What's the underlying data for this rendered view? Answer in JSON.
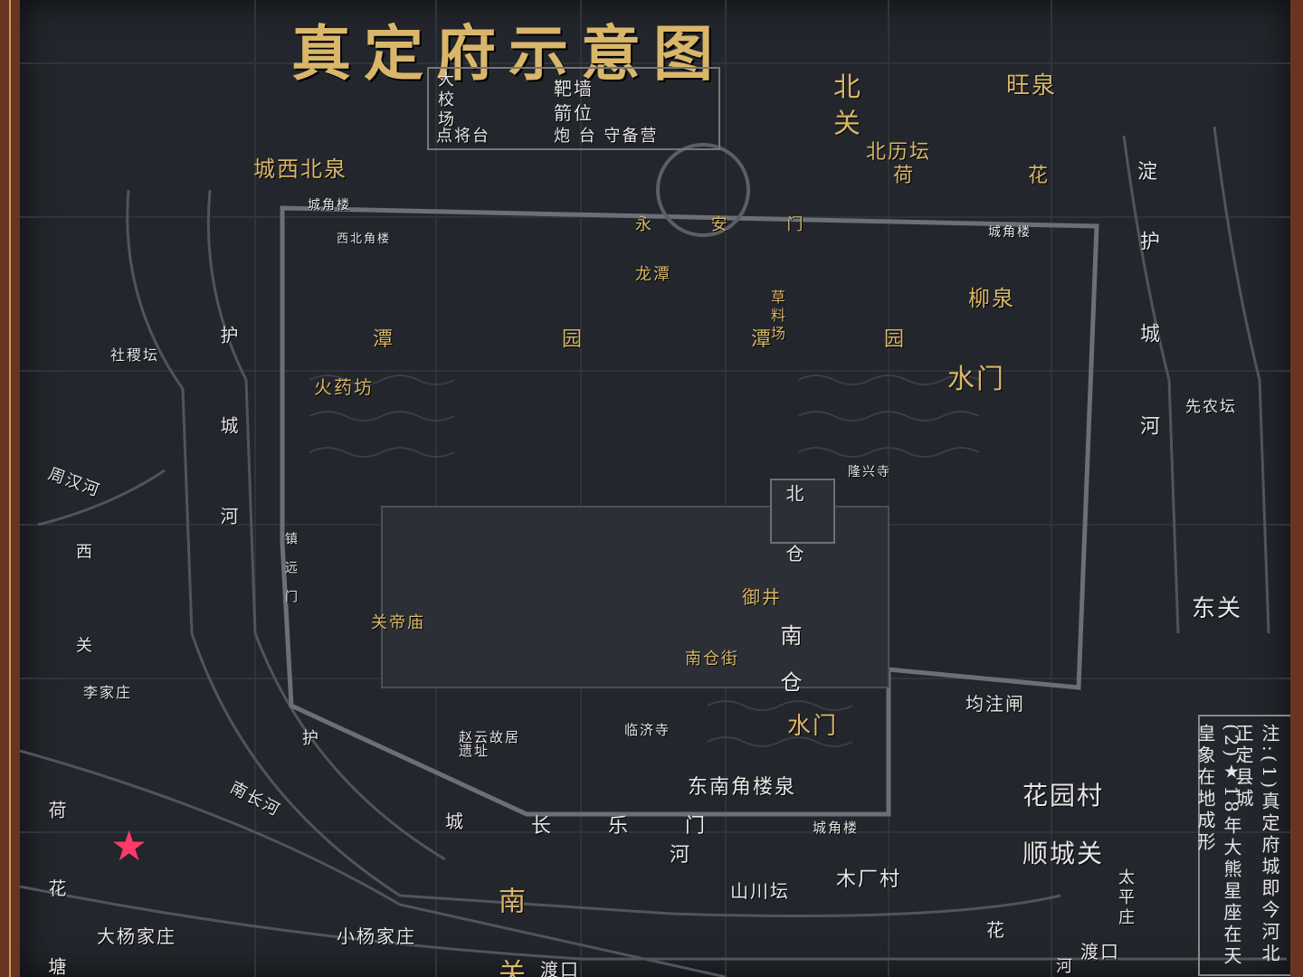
{
  "title": "真定府示意图",
  "legend_box": {
    "col1": [
      "大",
      "校",
      "场"
    ],
    "col1_bottom": "点将台",
    "col2a": "靶墙",
    "col2b": "箭位",
    "col2c": "炮 台 守备营"
  },
  "labels": {
    "bei_guan": "北关",
    "wang_quan": "旺泉",
    "cheng_xi_bei_quan": "城西北泉",
    "bei_li_tan": "北历坛",
    "he_hua": "荷 花",
    "cheng_jiao_lou_nw": "城角楼",
    "yong_an_men": "永 安 门",
    "cheng_jiao_lou_ne": "城角楼",
    "xi_bei_jiao_lou": "西北角楼",
    "long_tan": "龙潭",
    "liu_quan": "柳泉",
    "cao_liao_chang": "草料场",
    "she_ji_tan": "社稷坛",
    "tan_yuan_tan": "潭 园 潭",
    "yuan": "园",
    "shui_men_n": "水门",
    "huo_yao_fang": "火药坊",
    "xian_nong_tan": "先农坛",
    "zhou_han_he": "周汉河",
    "bei_cang": "北 仓",
    "long_xing_si": "隆兴寺",
    "xi_guan": "西 关",
    "dong_guan": "东关",
    "guan_di_miao": "关帝庙",
    "yu_jing": "御井",
    "nan_cang_jie": "南仓街",
    "nan_cang": "南 仓",
    "li_jia_zhuang": "李家庄",
    "jun_zhu_zha": "均注闸",
    "shui_men_s": "水门",
    "zhao_yun": "赵云故居遗址",
    "lin_ji_si": "临济寺",
    "dong_nan_jiao_lou_quan": "东南角楼泉",
    "hua_yuan_cun": "花园村",
    "cheng": "城",
    "chang_le_men": "长 乐 门",
    "cheng_jiao_lou_se": "城角楼",
    "shun_cheng_guan": "顺城关",
    "he_s": "河",
    "shan_chuan_tan": "山川坛",
    "mu_chang_cun": "木厂村",
    "tai_ping_zhuang": "太平庄",
    "nan_guan": "南 关",
    "da_yang_jia_zhuang": "大杨家庄",
    "xiao_yang_jia_zhuang": "小杨家庄",
    "du_kou_s": "渡口",
    "du_kou_e": "渡口",
    "hu_cheng_he_w": "护城河",
    "hu_cheng_he_e": "护城河",
    "hu_tuo_he_e": "淀",
    "he_hua_tang": "荷 花 塘",
    "hu_sw": "护",
    "nan_chang_he": "南长河",
    "hua_se": "花",
    "he_se2": "河",
    "zhen_men": "镇远门"
  },
  "note": {
    "line1": "注:(1)真定府城即今河北正定县城",
    "line2": "(2)★18年大熊星座在天皇象在地成形"
  },
  "colors": {
    "gold": "#d9b66a",
    "board": "#23262c",
    "star": "#ff3a6a"
  },
  "icons": [
    "star-icon"
  ]
}
